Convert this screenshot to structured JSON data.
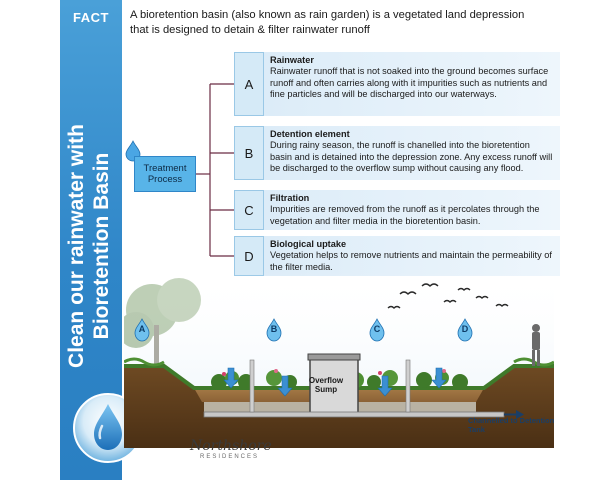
{
  "banner": {
    "fact": "FACT",
    "title_line1": "Clean our rainwater with",
    "title_line2": "Bioretention Basin"
  },
  "intro": "A bioretention basin (also known as rain garden) is a vegetated land depression that is designed to detain & filter rainwater runoff",
  "treatment_process": "Treatment Process",
  "steps": [
    {
      "letter": "A",
      "title": "Rainwater",
      "text": "Rainwater runoff that is not soaked into the ground becomes surface runoff and often carries along with it impurities such as nutrients and fine particles and will be discharged into our waterways."
    },
    {
      "letter": "B",
      "title": "Detention element",
      "text": "During rainy season, the runoff is chanelled into the bioretention basin and is detained into the depression zone. Any excess runoff will be discharged to the overflow sump without causing any flood."
    },
    {
      "letter": "C",
      "title": "Filtration",
      "text": "Impurities are removed from the runoff as it percolates through the vegetation and filter media in the bioretention basin."
    },
    {
      "letter": "D",
      "title": "Biological uptake",
      "text": "Vegetation helps to remove nutrients and maintain the permeability of the filter media."
    }
  ],
  "diagram": {
    "markers": [
      "A",
      "B",
      "C",
      "D"
    ],
    "overflow_label": "Overflow Sump",
    "drain_label": "Channelled to Detention Tank"
  },
  "logo": {
    "main": "Northshore",
    "sub": "RESIDENCES"
  },
  "colors": {
    "banner_blue": "#2f86c8",
    "step_fill": "#dcecf8",
    "treatment_box": "#58b4e8",
    "soil_brown": "#7a4a1e",
    "grass_green": "#3f7a2a",
    "water_blue": "#3b8fd2"
  }
}
